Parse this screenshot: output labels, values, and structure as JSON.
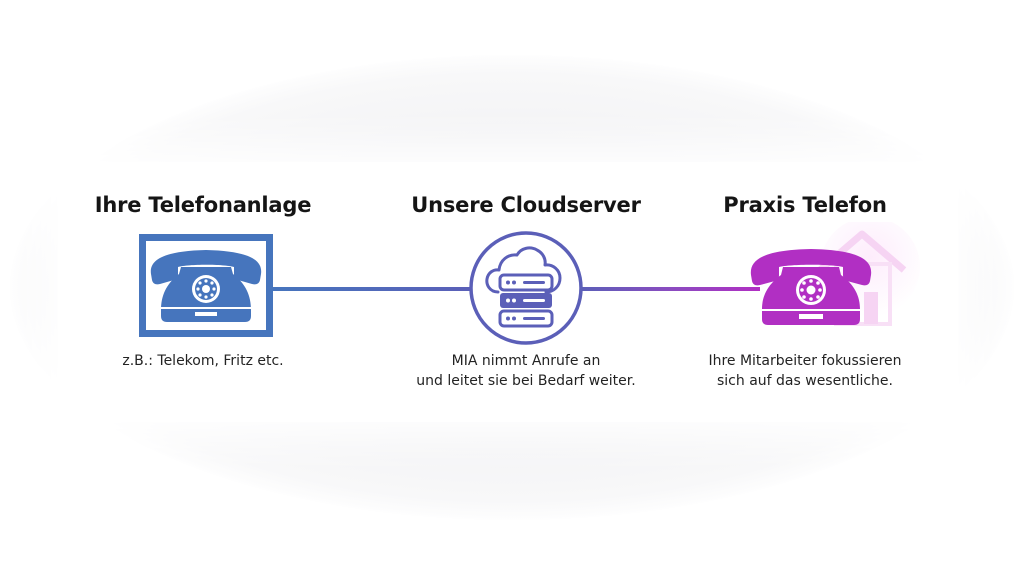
{
  "diagram": {
    "columns": [
      {
        "title": "Ihre Telefonanlage",
        "description_lines": [
          "z.B.: Telekom, Fritz etc."
        ],
        "icon": "rotary-phone-in-frame-icon",
        "color": "#4675bd"
      },
      {
        "title": "Unsere Cloudserver",
        "description_lines": [
          "MIA nimmt Anrufe an",
          "und leitet sie bei Bedarf weiter."
        ],
        "icon": "cloud-server-icon",
        "color": "#5b5fb8"
      },
      {
        "title": "Praxis Telefon",
        "description_lines": [
          "Ihre Mitarbeiter fokussieren",
          "sich auf das wesentliche."
        ],
        "icon": "rotary-phone-icon",
        "color": "#b12fc3"
      }
    ],
    "connectors": [
      {
        "from": "Ihre Telefonanlage",
        "to": "Unsere Cloudserver",
        "color_start": "#4675bd",
        "color_end": "#5b5fb8"
      },
      {
        "from": "Unsere Cloudserver",
        "to": "Praxis Telefon",
        "color_start": "#5b5fb8",
        "color_end": "#b12fc3"
      }
    ],
    "background_icon": "house-icon",
    "background_icon_color": "#f6d4f3"
  }
}
